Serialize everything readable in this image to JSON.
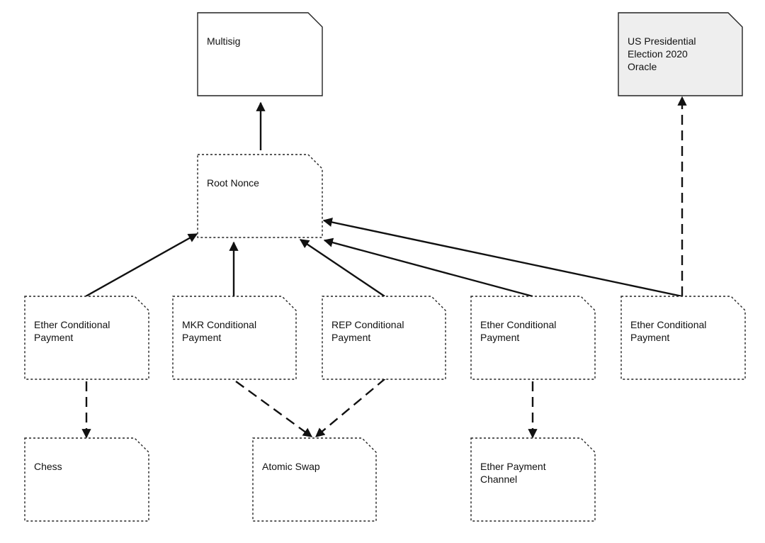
{
  "nodes": [
    {
      "id": "multisig",
      "label": [
        "Multisig"
      ],
      "border": "solid",
      "fill": "#ffffff"
    },
    {
      "id": "oracle",
      "label": [
        "US Presidential",
        "Election 2020",
        "Oracle"
      ],
      "border": "solid",
      "fill": "#eeeeee"
    },
    {
      "id": "root-nonce",
      "label": [
        "Root Nonce"
      ],
      "border": "dashed",
      "fill": "#ffffff"
    },
    {
      "id": "ether-cp-1",
      "label": [
        "Ether Conditional",
        "Payment"
      ],
      "border": "dashed",
      "fill": "#ffffff"
    },
    {
      "id": "mkr-cp",
      "label": [
        "MKR Conditional",
        "Payment"
      ],
      "border": "dashed",
      "fill": "#ffffff"
    },
    {
      "id": "rep-cp",
      "label": [
        "REP Conditional",
        "Payment"
      ],
      "border": "dashed",
      "fill": "#ffffff"
    },
    {
      "id": "ether-cp-2",
      "label": [
        "Ether Conditional",
        "Payment"
      ],
      "border": "dashed",
      "fill": "#ffffff"
    },
    {
      "id": "ether-cp-3",
      "label": [
        "Ether Conditional",
        "Payment"
      ],
      "border": "dashed",
      "fill": "#ffffff"
    },
    {
      "id": "chess",
      "label": [
        "Chess"
      ],
      "border": "dashed",
      "fill": "#ffffff"
    },
    {
      "id": "atomic-swap",
      "label": [
        "Atomic Swap"
      ],
      "border": "dashed",
      "fill": "#ffffff"
    },
    {
      "id": "ether-payment-channel",
      "label": [
        "Ether Payment",
        "Channel"
      ],
      "border": "dashed",
      "fill": "#ffffff"
    }
  ],
  "edges": [
    {
      "from": "root-nonce",
      "to": "multisig",
      "style": "solid"
    },
    {
      "from": "ether-cp-1",
      "to": "root-nonce",
      "style": "solid"
    },
    {
      "from": "mkr-cp",
      "to": "root-nonce",
      "style": "solid"
    },
    {
      "from": "rep-cp",
      "to": "root-nonce",
      "style": "solid"
    },
    {
      "from": "ether-cp-2",
      "to": "root-nonce",
      "style": "solid"
    },
    {
      "from": "ether-cp-3",
      "to": "root-nonce",
      "style": "solid"
    },
    {
      "from": "ether-cp-3",
      "to": "oracle",
      "style": "dashed"
    },
    {
      "from": "ether-cp-1",
      "to": "chess",
      "style": "dashed"
    },
    {
      "from": "mkr-cp",
      "to": "atomic-swap",
      "style": "dashed"
    },
    {
      "from": "rep-cp",
      "to": "atomic-swap",
      "style": "dashed"
    },
    {
      "from": "ether-cp-2",
      "to": "ether-payment-channel",
      "style": "dashed"
    }
  ],
  "colors": {
    "stroke": "#222222",
    "arrow": "#111111",
    "oracle_fill": "#eeeeee"
  }
}
